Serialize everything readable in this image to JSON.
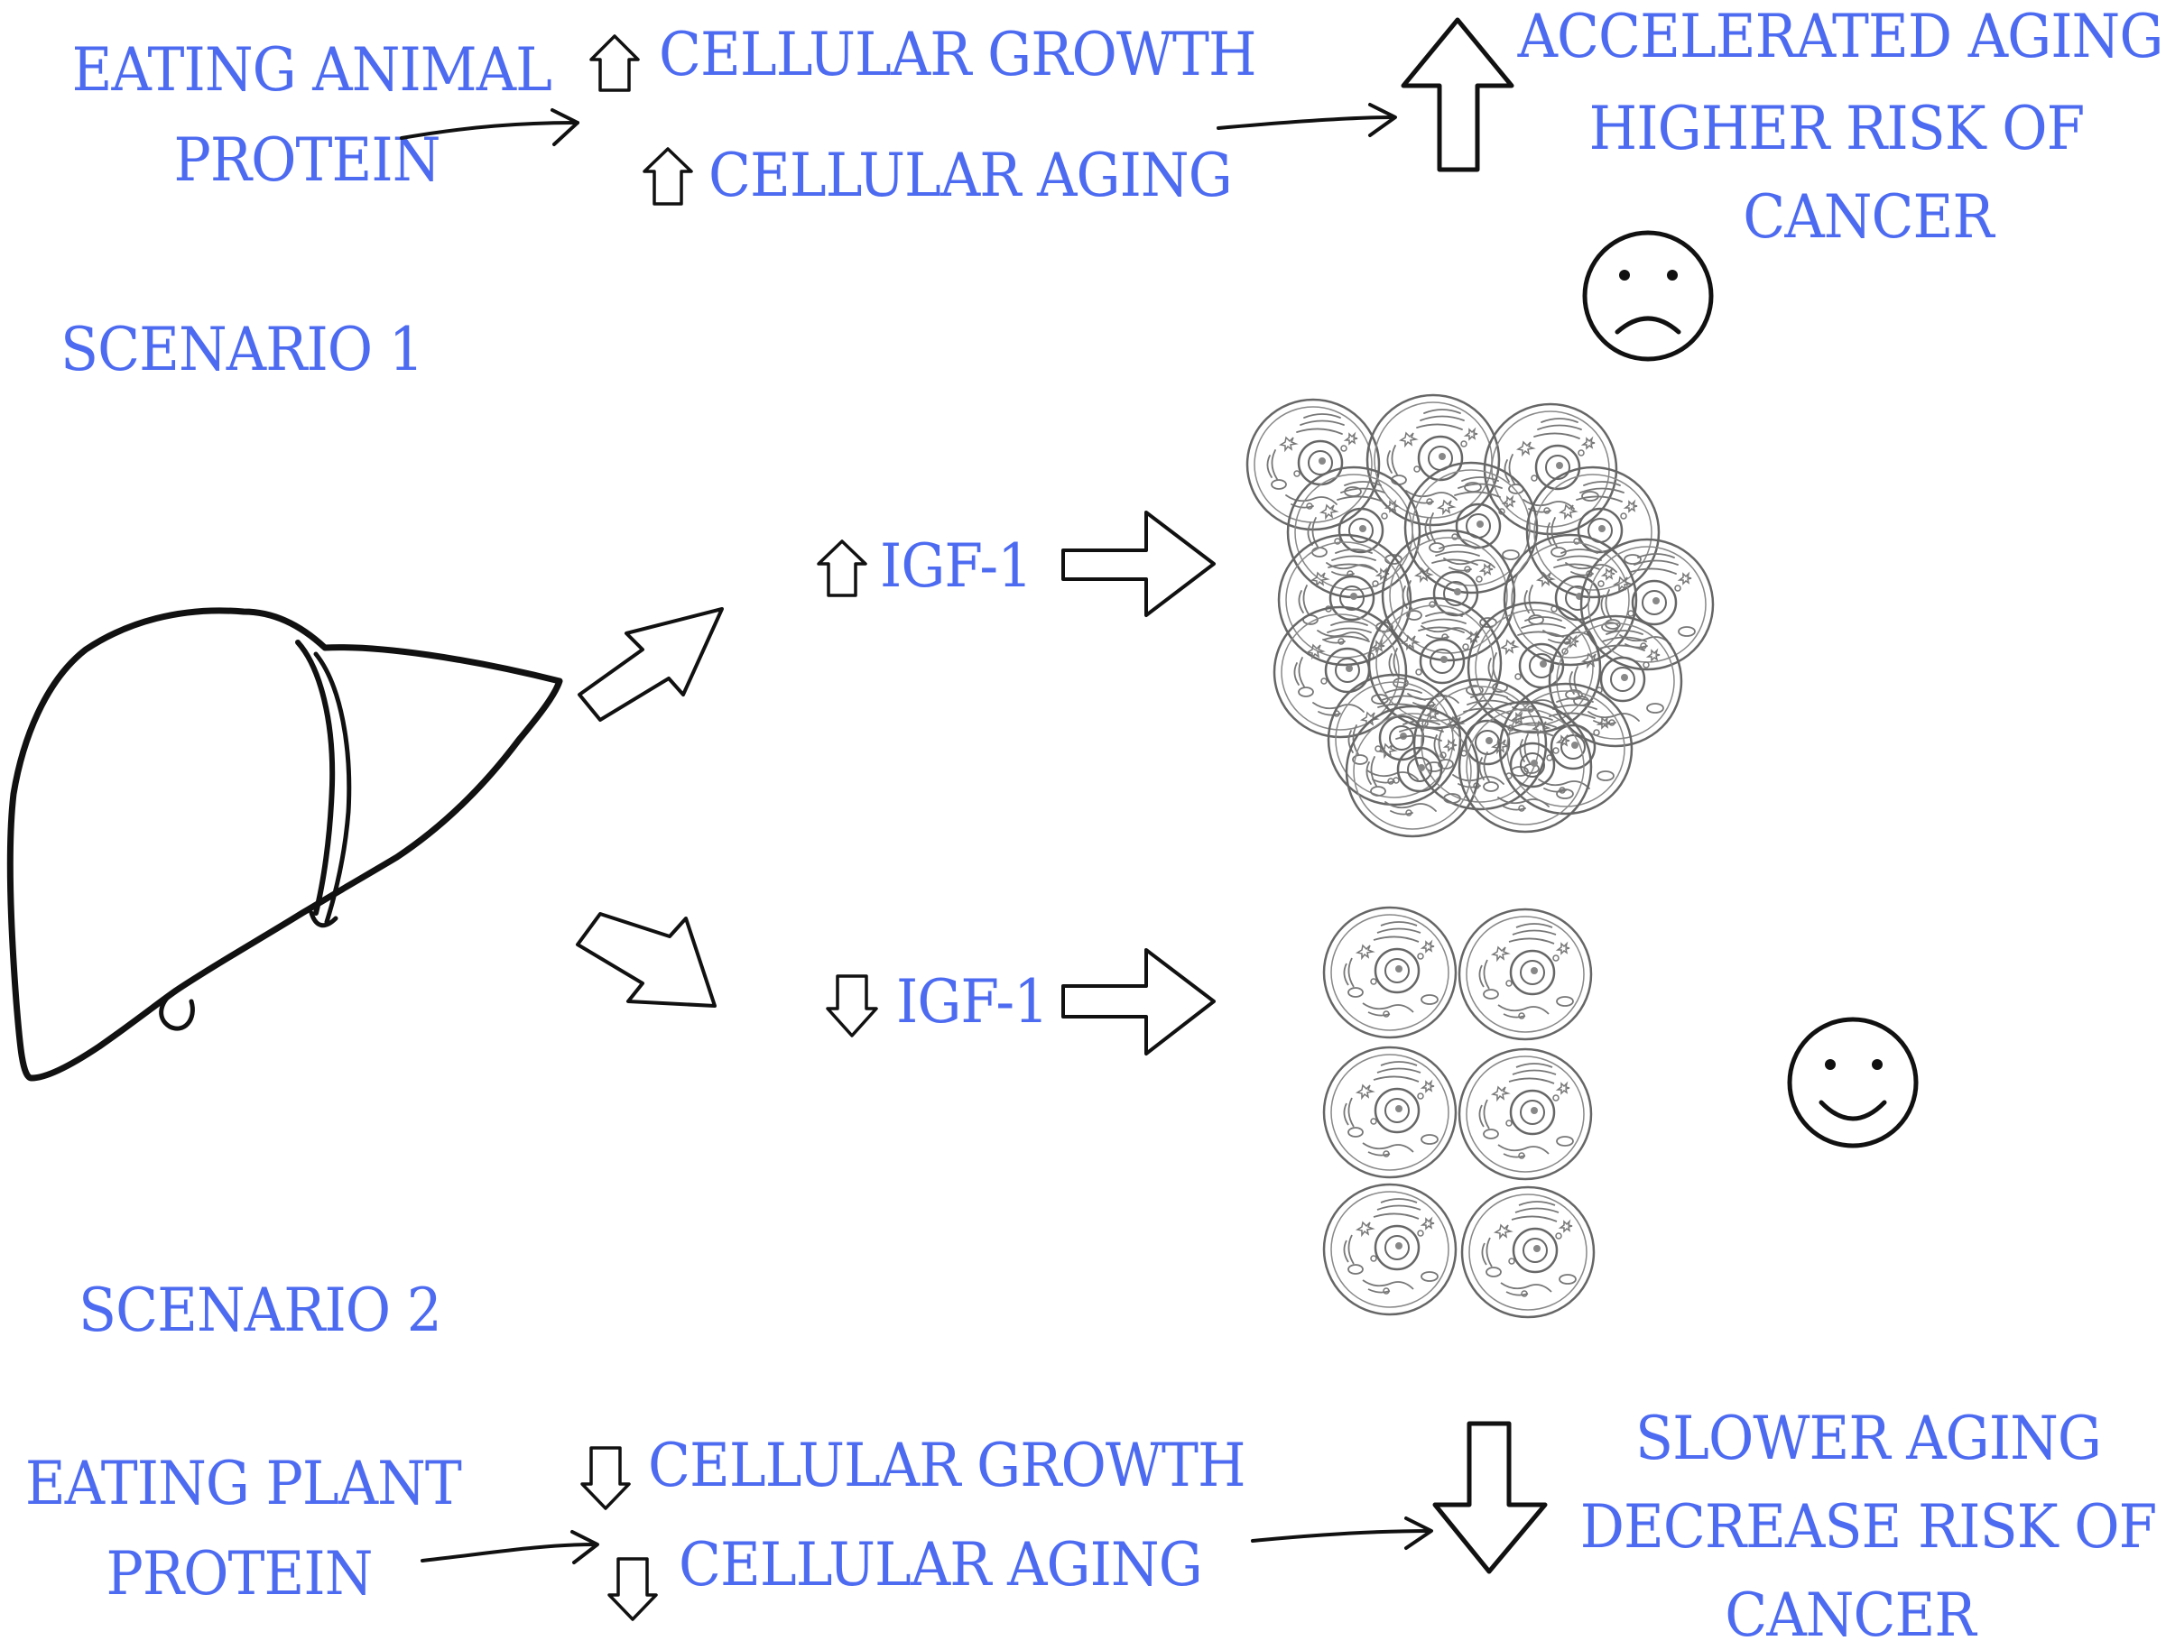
{
  "scenario1": {
    "title": "SCENARIO 1",
    "input_line1": "EATING ANIMAL",
    "input_line2": "PROTEIN",
    "effect1": "CELLULAR GROWTH",
    "effect2": "CELLULAR AGING",
    "outcome_line1": "ACCELERATED AGING",
    "outcome_line2": "HIGHER RISK OF",
    "outcome_line3": "CANCER",
    "hormone": "IGF-1",
    "mood": "sad-face-icon"
  },
  "scenario2": {
    "title": "SCENARIO 2",
    "input_line1": "EATING PLANT",
    "input_line2": "PROTEIN",
    "effect1": "CELLULAR GROWTH",
    "effect2": "CELLULAR AGING",
    "outcome_line1": "SLOWER AGING",
    "outcome_line2": "DECREASE RISK OF",
    "outcome_line3": "CANCER",
    "hormone": "IGF-1",
    "mood": "smiley-face-icon"
  },
  "colors": {
    "label": "#4d6bf0",
    "ink": "#111111",
    "cell_ink": "#666666"
  }
}
